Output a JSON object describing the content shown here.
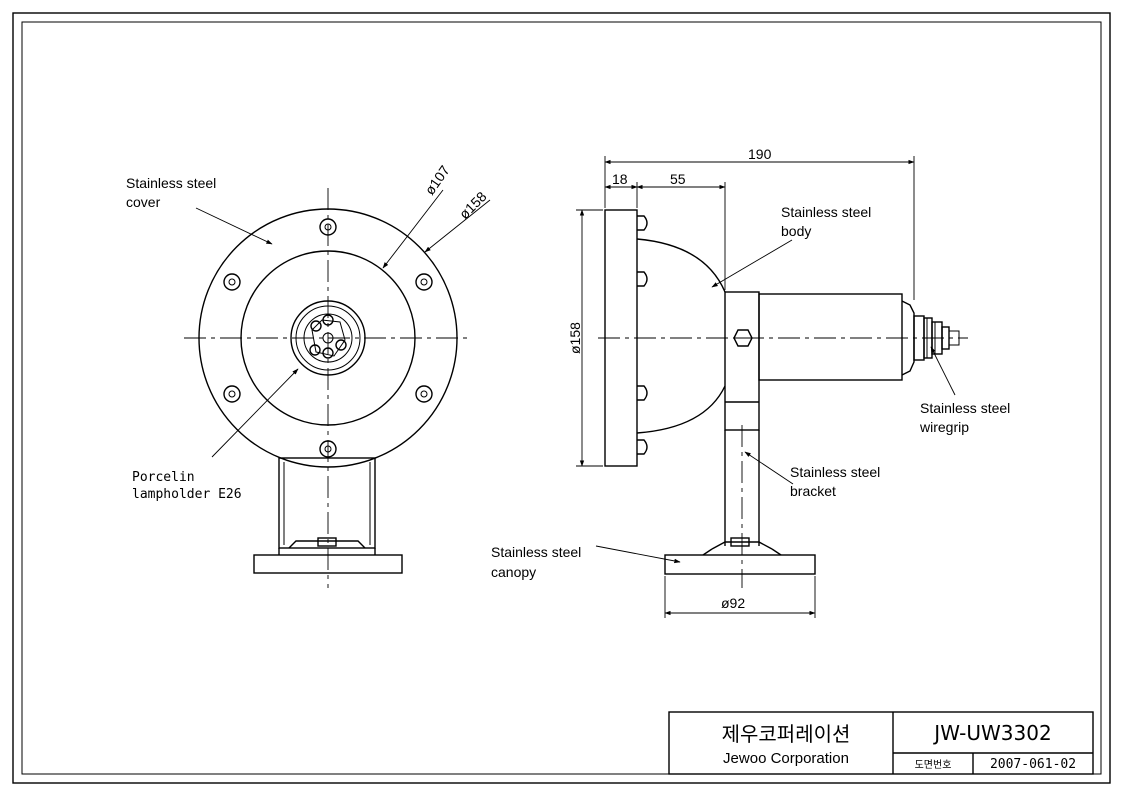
{
  "callouts": {
    "cover": [
      "Stainless steel",
      "cover"
    ],
    "lampholder": [
      "Porcelin",
      "lampholder E26"
    ],
    "body": [
      "Stainless steel",
      "body"
    ],
    "wiregrip": [
      "Stainless steel",
      "wiregrip"
    ],
    "bracket": [
      "Stainless steel",
      "bracket"
    ],
    "canopy": [
      "Stainless steel",
      "canopy"
    ]
  },
  "dimensions": {
    "inner_diameter": "ø107",
    "outer_diameter": "ø158",
    "side_height": "ø158",
    "overall_length": "190",
    "cover_thickness": "18",
    "body_offset": "55",
    "canopy_diameter": "ø92"
  },
  "title_block": {
    "company_korean": "제우코퍼레이션",
    "company_english": "Jewoo Corporation",
    "model": "JW-UW3302",
    "drawing_no_label": "도면번호",
    "drawing_no": "2007-061-02"
  }
}
